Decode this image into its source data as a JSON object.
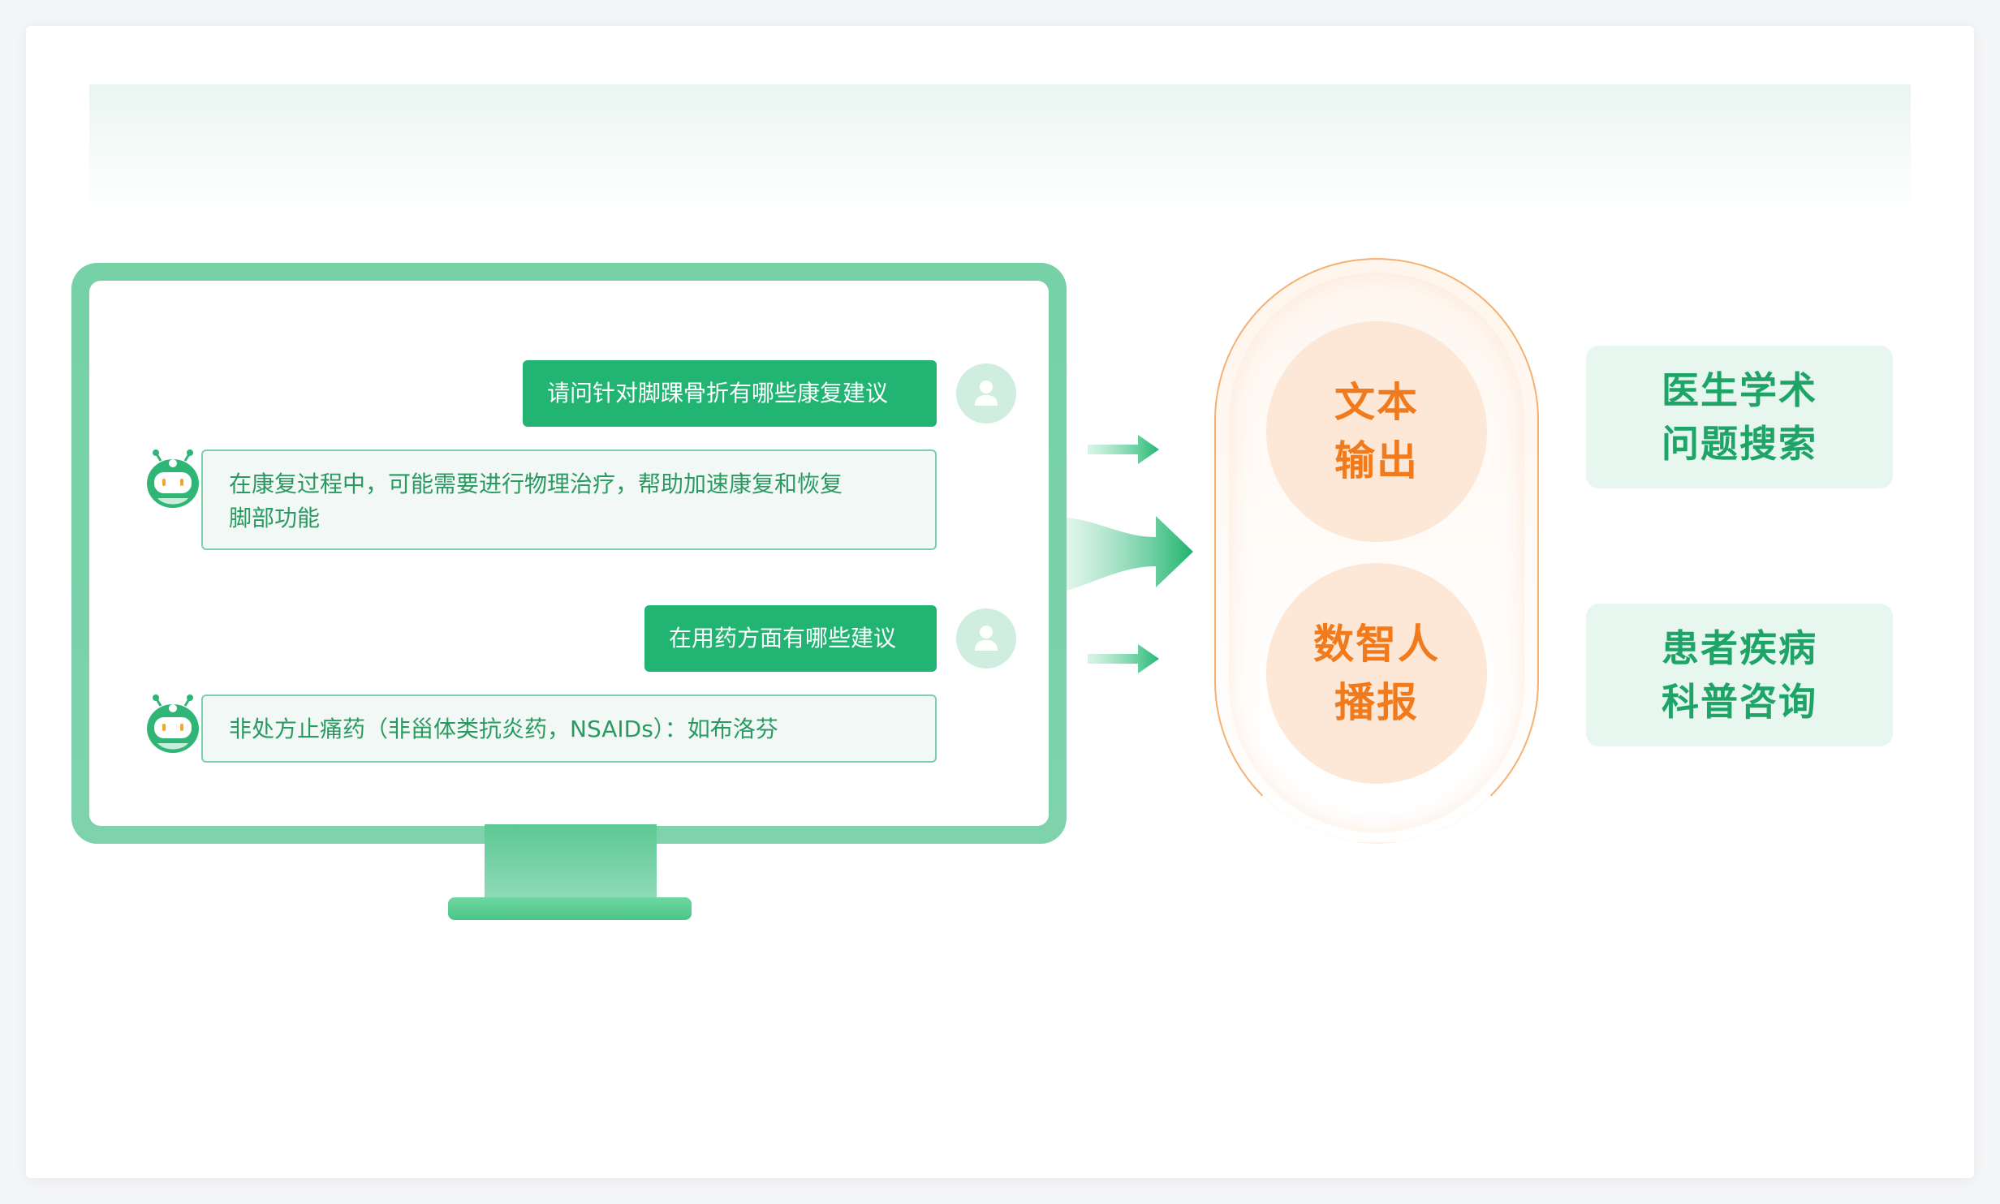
{
  "chat": {
    "messages": [
      {
        "role": "user",
        "text": "请问针对脚踝骨折有哪些康复建议"
      },
      {
        "role": "bot",
        "line1": "在康复过程中，可能需要进行物理治疗，帮助加速康复和恢复",
        "line2": "脚部功能"
      },
      {
        "role": "user",
        "text": "在用药方面有哪些建议"
      },
      {
        "role": "bot",
        "line1": "非处方止痛药（非甾体类抗炎药，NSAIDs）：如布洛芬"
      }
    ]
  },
  "outputs": [
    {
      "line1": "文本",
      "line2": "输出"
    },
    {
      "line1": "数智人",
      "line2": "播报"
    }
  ],
  "features": [
    {
      "line1": "医生学术",
      "line2": "问题搜索"
    },
    {
      "line1": "患者疾病",
      "line2": "科普咨询"
    }
  ],
  "colors": {
    "green_primary": "#21b472",
    "green_frame": "#7ed3ac",
    "orange_text": "#f07a1c",
    "orange_circle": "#fde7d6",
    "feature_bg": "#e7f6ef"
  },
  "icons": [
    "user-avatar-icon",
    "robot-avatar-icon",
    "arrow-right-icon"
  ]
}
